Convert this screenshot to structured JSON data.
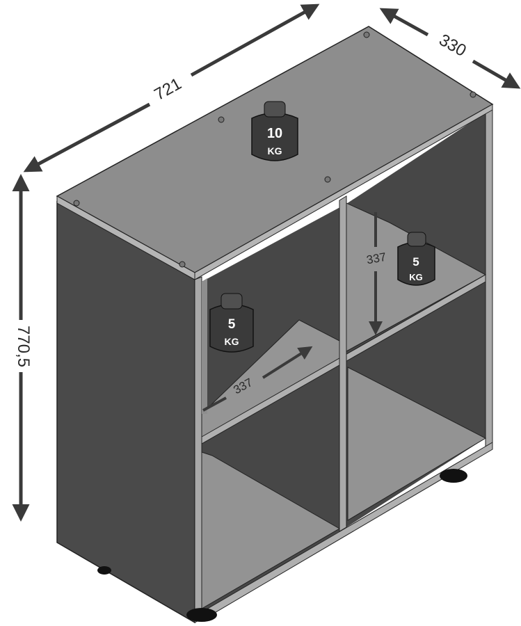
{
  "dimensions": {
    "width": "721",
    "depth": "330",
    "height": "770,5",
    "inner_width": "337",
    "inner_height": "337"
  },
  "weights": {
    "top": {
      "value": "10",
      "unit": "KG"
    },
    "upper_right": {
      "value": "5",
      "unit": "KG"
    },
    "upper_left": {
      "value": "5",
      "unit": "KG"
    }
  },
  "colors": {
    "panel_side": "#4a4a4a",
    "panel_top": "#8a8a8a",
    "panel_front": "#a5a5a5",
    "interior_back": "#494949",
    "shelf_top": "#929292",
    "edge": "#bdbdbd",
    "weight": "#3a3a3a",
    "arrow": "#3a3a3a"
  }
}
